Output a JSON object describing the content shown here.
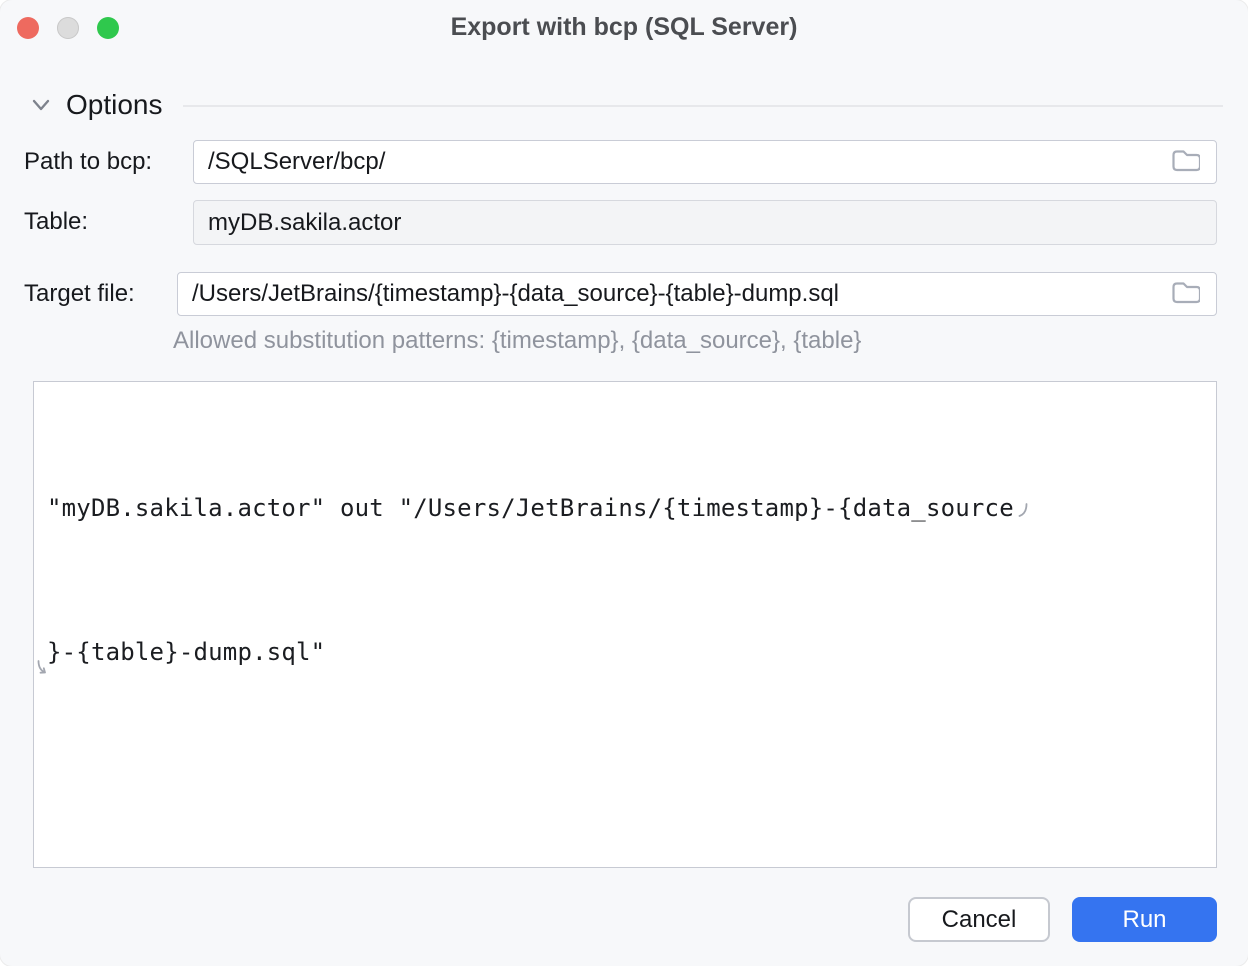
{
  "window": {
    "title": "Export with bcp (SQL Server)"
  },
  "titlebar_buttons": {
    "close": "close-button",
    "minimize": "minimize-button",
    "zoom": "zoom-button"
  },
  "options_section": {
    "label": "Options"
  },
  "fields": {
    "path": {
      "label": "Path to bcp:",
      "value": "/SQLServer/bcp/"
    },
    "table": {
      "label": "Table:",
      "value": "myDB.sakila.actor"
    },
    "target": {
      "label": "Target file:",
      "value": "/Users/JetBrains/{timestamp}-{data_source}-{table}-dump.sql",
      "hint": "Allowed substitution patterns: {timestamp}, {data_source}, {table}"
    }
  },
  "command_preview": {
    "line1": "\"myDB.sakila.actor\" out \"/Users/JetBrains/{timestamp}-{data_source",
    "line2": "}-{table}-dump.sql\""
  },
  "buttons": {
    "cancel": "Cancel",
    "run": "Run"
  },
  "icons": {
    "browse": "folder-icon",
    "collapse": "chevron-down-icon",
    "soft_wrap": "wrap-arrow-icon"
  },
  "colors": {
    "accent_blue": "#3574f0",
    "traffic_close": "#ee6a5f",
    "traffic_minimize_disabled": "#dcdcdc",
    "traffic_zoom": "#2fc84d",
    "hint_gray": "#8f939d",
    "window_bg": "#f7f8fa"
  }
}
